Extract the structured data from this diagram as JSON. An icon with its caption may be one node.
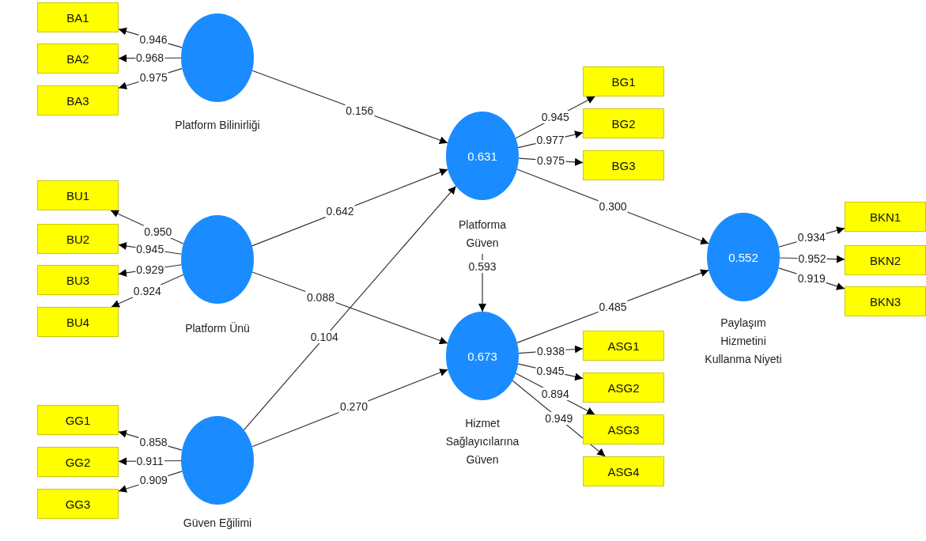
{
  "diagram": {
    "nodes": [
      {
        "text": [
          "BA1"
        ]
      },
      {
        "text": [
          "BA2"
        ]
      },
      {
        "text": [
          "BA3"
        ]
      },
      {
        "text": [
          "Platform Bilinirliği"
        ]
      },
      {
        "text": [
          "BU1"
        ]
      },
      {
        "text": [
          "BU2"
        ]
      },
      {
        "text": [
          "BU3"
        ]
      },
      {
        "text": [
          "BU4"
        ]
      },
      {
        "text": [
          "Platform Ünü"
        ]
      },
      {
        "text": [
          "GG1"
        ]
      },
      {
        "text": [
          "GG2"
        ]
      },
      {
        "text": [
          "GG3"
        ]
      },
      {
        "text": [
          "Güven Eğilimi"
        ]
      },
      {
        "text": [
          "0.631",
          "Platforma Güven"
        ]
      },
      {
        "text": [
          "BG1"
        ]
      },
      {
        "text": [
          "BG2"
        ]
      },
      {
        "text": [
          "BG3"
        ]
      },
      {
        "text": [
          "0.673",
          "Hizmet Sağlayıcılarına Güven"
        ]
      },
      {
        "text": [
          "ASG1"
        ]
      },
      {
        "text": [
          "ASG2"
        ]
      },
      {
        "text": [
          "ASG3"
        ]
      },
      {
        "text": [
          "ASG4"
        ]
      },
      {
        "text": [
          "0.552",
          "Paylaşım Hizmetini Kullanma Niyeti"
        ]
      },
      {
        "text": [
          "BKN1"
        ]
      },
      {
        "text": [
          "BKN2"
        ]
      },
      {
        "text": [
          "BKN3"
        ]
      }
    ],
    "edges": [
      {
        "from": 3,
        "to": 0,
        "arrow": "to",
        "label": "0.946"
      },
      {
        "from": 3,
        "to": 1,
        "arrow": "to",
        "label": "0.968"
      },
      {
        "from": 3,
        "to": 2,
        "arrow": "to",
        "label": "0.975"
      },
      {
        "from": 8,
        "to": 4,
        "arrow": "to",
        "label": "0.950"
      },
      {
        "from": 8,
        "to": 5,
        "arrow": "to",
        "label": "0.945"
      },
      {
        "from": 8,
        "to": 6,
        "arrow": "to",
        "label": "0.929"
      },
      {
        "from": 8,
        "to": 7,
        "arrow": "to",
        "label": "0.924"
      },
      {
        "from": 12,
        "to": 9,
        "arrow": "to",
        "label": "0.858"
      },
      {
        "from": 12,
        "to": 10,
        "arrow": "to",
        "label": "0.911"
      },
      {
        "from": 12,
        "to": 11,
        "arrow": "to",
        "label": "0.909"
      },
      {
        "from": 3,
        "to": 13,
        "arrow": "to",
        "label": "0.156"
      },
      {
        "from": 8,
        "to": 13,
        "arrow": "to",
        "label": "0.642"
      },
      {
        "from": 8,
        "to": 17,
        "arrow": "to",
        "label": "0.088"
      },
      {
        "from": 12,
        "to": 13,
        "arrow": "to",
        "label": "0.104"
      },
      {
        "from": 12,
        "to": 17,
        "arrow": "to",
        "label": "0.270"
      },
      {
        "from": 13,
        "to": 14,
        "arrow": "to",
        "label": "0.945"
      },
      {
        "from": 13,
        "to": 15,
        "arrow": "to",
        "label": "0.977"
      },
      {
        "from": 13,
        "to": 16,
        "arrow": "to",
        "label": "0.975"
      },
      {
        "from": 13,
        "to": 17,
        "arrow": "to",
        "label": "0.593"
      },
      {
        "from": 13,
        "to": 22,
        "arrow": "to",
        "label": "0.300"
      },
      {
        "from": 17,
        "to": 22,
        "arrow": "to",
        "label": "0.485"
      },
      {
        "from": 17,
        "to": 18,
        "arrow": "to",
        "label": "0.938"
      },
      {
        "from": 17,
        "to": 19,
        "arrow": "to",
        "label": "0.945"
      },
      {
        "from": 17,
        "to": 20,
        "arrow": "to",
        "label": "0.894"
      },
      {
        "from": 17,
        "to": 21,
        "arrow": "to",
        "label": "0.949"
      },
      {
        "from": 22,
        "to": 23,
        "arrow": "to",
        "label": "0.934"
      },
      {
        "from": 22,
        "to": 24,
        "arrow": "to",
        "label": "0.952"
      },
      {
        "from": 22,
        "to": 25,
        "arrow": "to",
        "label": "0.919"
      }
    ]
  }
}
